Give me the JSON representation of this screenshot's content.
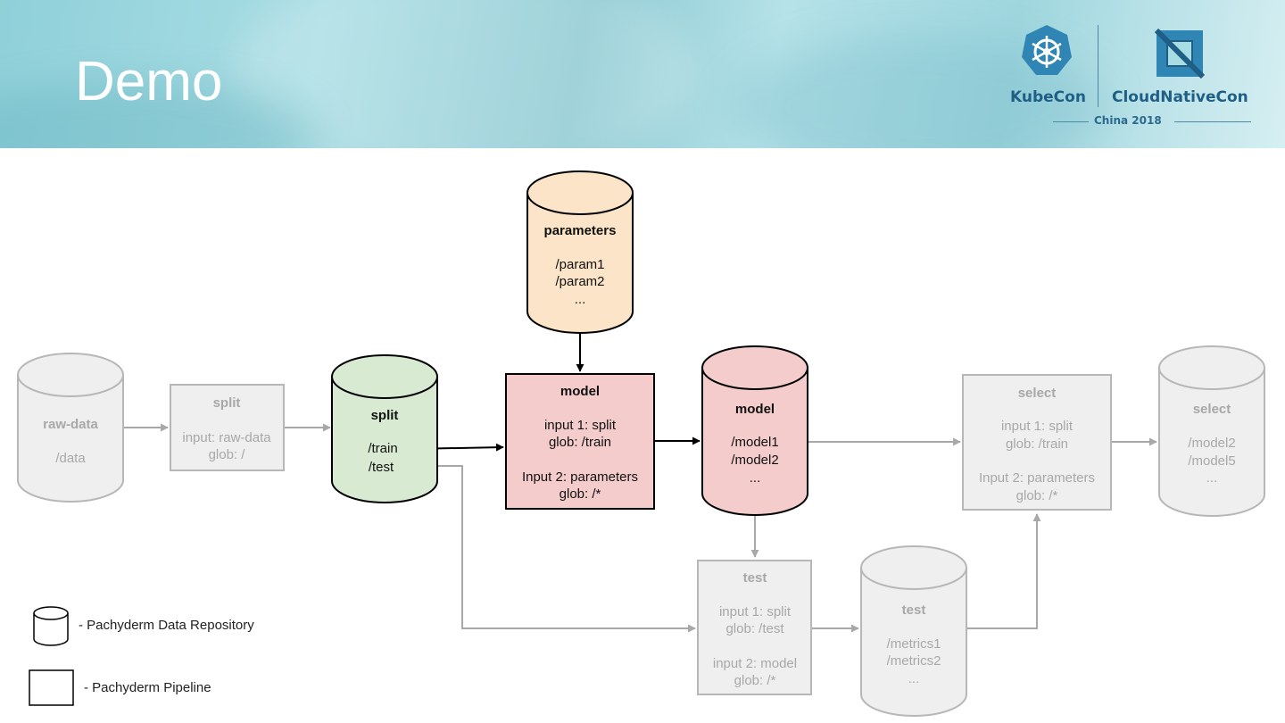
{
  "slide": {
    "title": "Demo"
  },
  "branding": {
    "left": "KubeCon",
    "right": "CloudNativeCon",
    "event": "China 2018"
  },
  "colors": {
    "parameters_fill": "#fce4c8",
    "split_repo_fill": "#d9ead3",
    "model_fill": "#f4cccc",
    "inactive_fill": "#efefef",
    "inactive_stroke": "#b7b7b7",
    "inactive_text": "#a8a8a8",
    "active_stroke": "#000000",
    "brand_blue": "#1f5f86"
  },
  "diagram": {
    "raw_data_repo": {
      "title": "raw-data",
      "lines": [
        "/data"
      ]
    },
    "split_pipeline": {
      "title": "split",
      "lines": [
        "input: raw-data",
        "glob: /"
      ]
    },
    "split_repo": {
      "title": "split",
      "lines": [
        "/train",
        "/test"
      ]
    },
    "parameters_repo": {
      "title": "parameters",
      "lines": [
        "/param1",
        "/param2",
        "..."
      ]
    },
    "model_pipeline": {
      "title": "model",
      "lines": [
        "input 1: split",
        "glob: /train",
        "",
        "Input 2: parameters",
        "glob: /*"
      ]
    },
    "model_repo": {
      "title": "model",
      "lines": [
        "/model1",
        "/model2",
        "..."
      ]
    },
    "select_pipeline": {
      "title": "select",
      "lines": [
        "input 1: split",
        "glob: /train",
        "",
        "Input 2: parameters",
        "glob: /*"
      ]
    },
    "select_repo": {
      "title": "select",
      "lines": [
        "/model2",
        "/model5",
        "..."
      ]
    },
    "test_pipeline": {
      "title": "test",
      "lines": [
        "input 1: split",
        "glob: /test",
        "",
        "input 2: model",
        "glob: /*"
      ]
    },
    "test_repo": {
      "title": "test",
      "lines": [
        "/metrics1",
        "/metrics2",
        "..."
      ]
    }
  },
  "legend": {
    "repo_label": "- Pachyderm Data Repository",
    "pipeline_label": "- Pachyderm Pipeline"
  }
}
